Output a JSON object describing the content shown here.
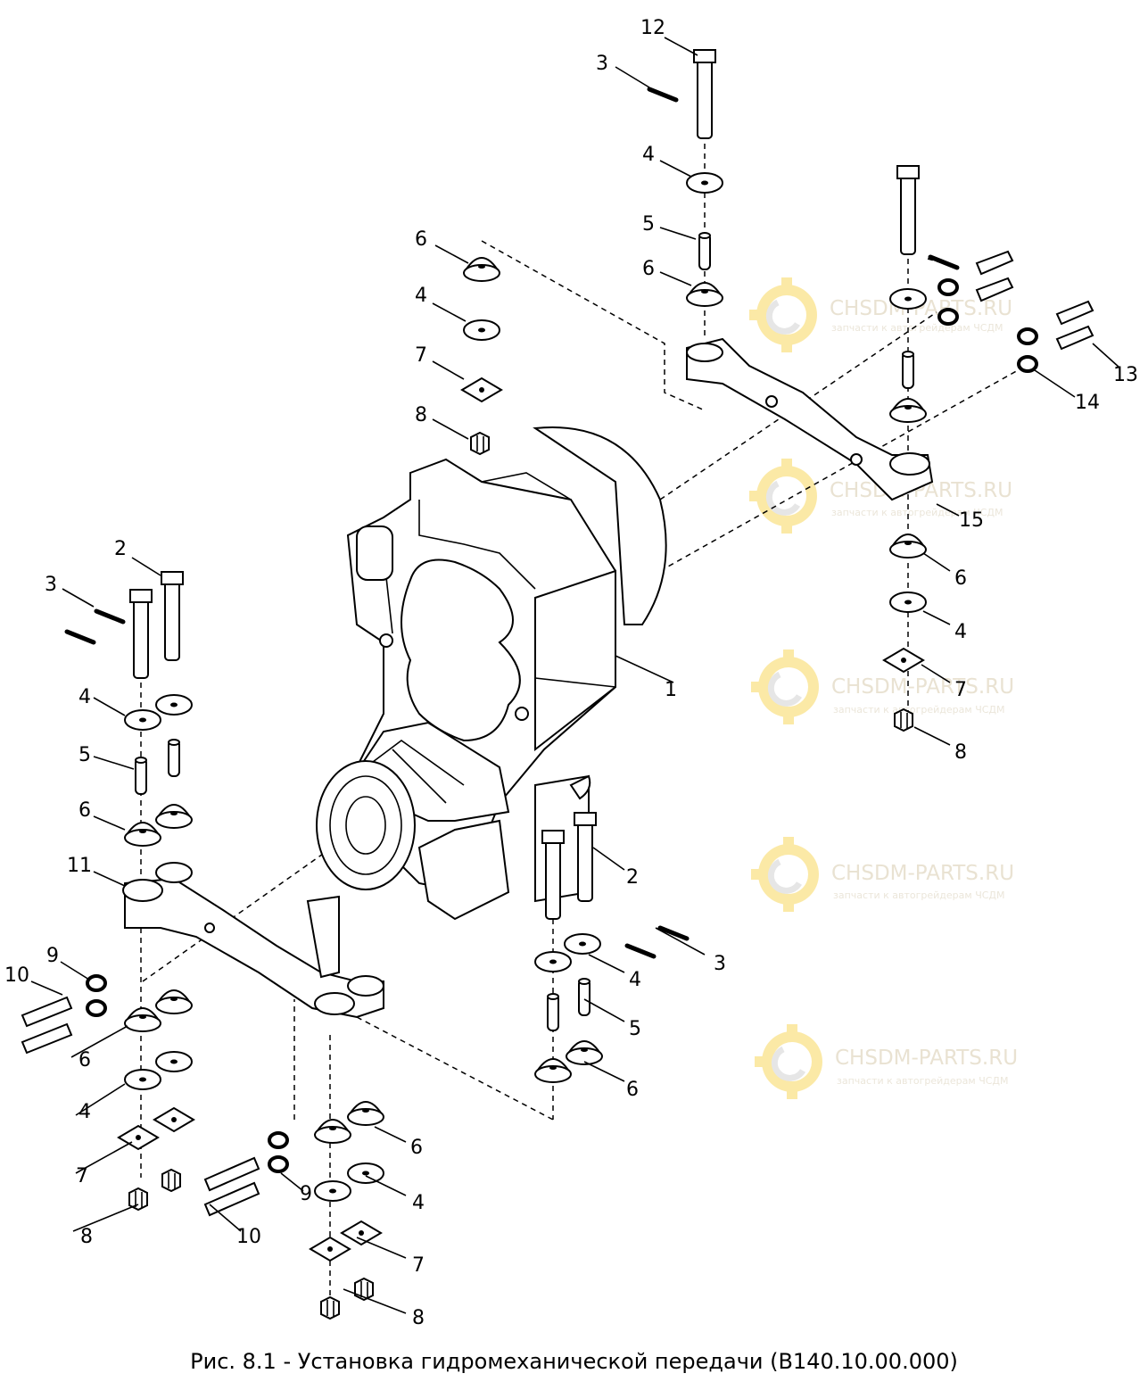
{
  "caption": "Рис. 8.1 - Установка гидромеханической передачи (В140.10.00.000)",
  "watermark": {
    "title": "CHSDM-PARTS.RU",
    "subtitle": "запчасти к автогрейдерам ЧСДМ",
    "gear_color": "#f5c400"
  },
  "callouts": {
    "c1": "1",
    "c2a": "2",
    "c2b": "2",
    "c3a": "3",
    "c3b": "3",
    "c3c": "3",
    "c4a": "4",
    "c4b": "4",
    "c4c": "4",
    "c4d": "4",
    "c4e": "4",
    "c4f": "4",
    "c4g": "4",
    "c5a": "5",
    "c5b": "5",
    "c5c": "5",
    "c6a": "6",
    "c6b": "6",
    "c6c": "6",
    "c6d": "6",
    "c6e": "6",
    "c6f": "6",
    "c6g": "6",
    "c7a": "7",
    "c7b": "7",
    "c7c": "7",
    "c7d": "7",
    "c8a": "8",
    "c8b": "8",
    "c8c": "8",
    "c8d": "8",
    "c9a": "9",
    "c9b": "9",
    "c10a": "10",
    "c10b": "10",
    "c11": "11",
    "c12": "12",
    "c13": "13",
    "c14": "14",
    "c15": "15"
  }
}
